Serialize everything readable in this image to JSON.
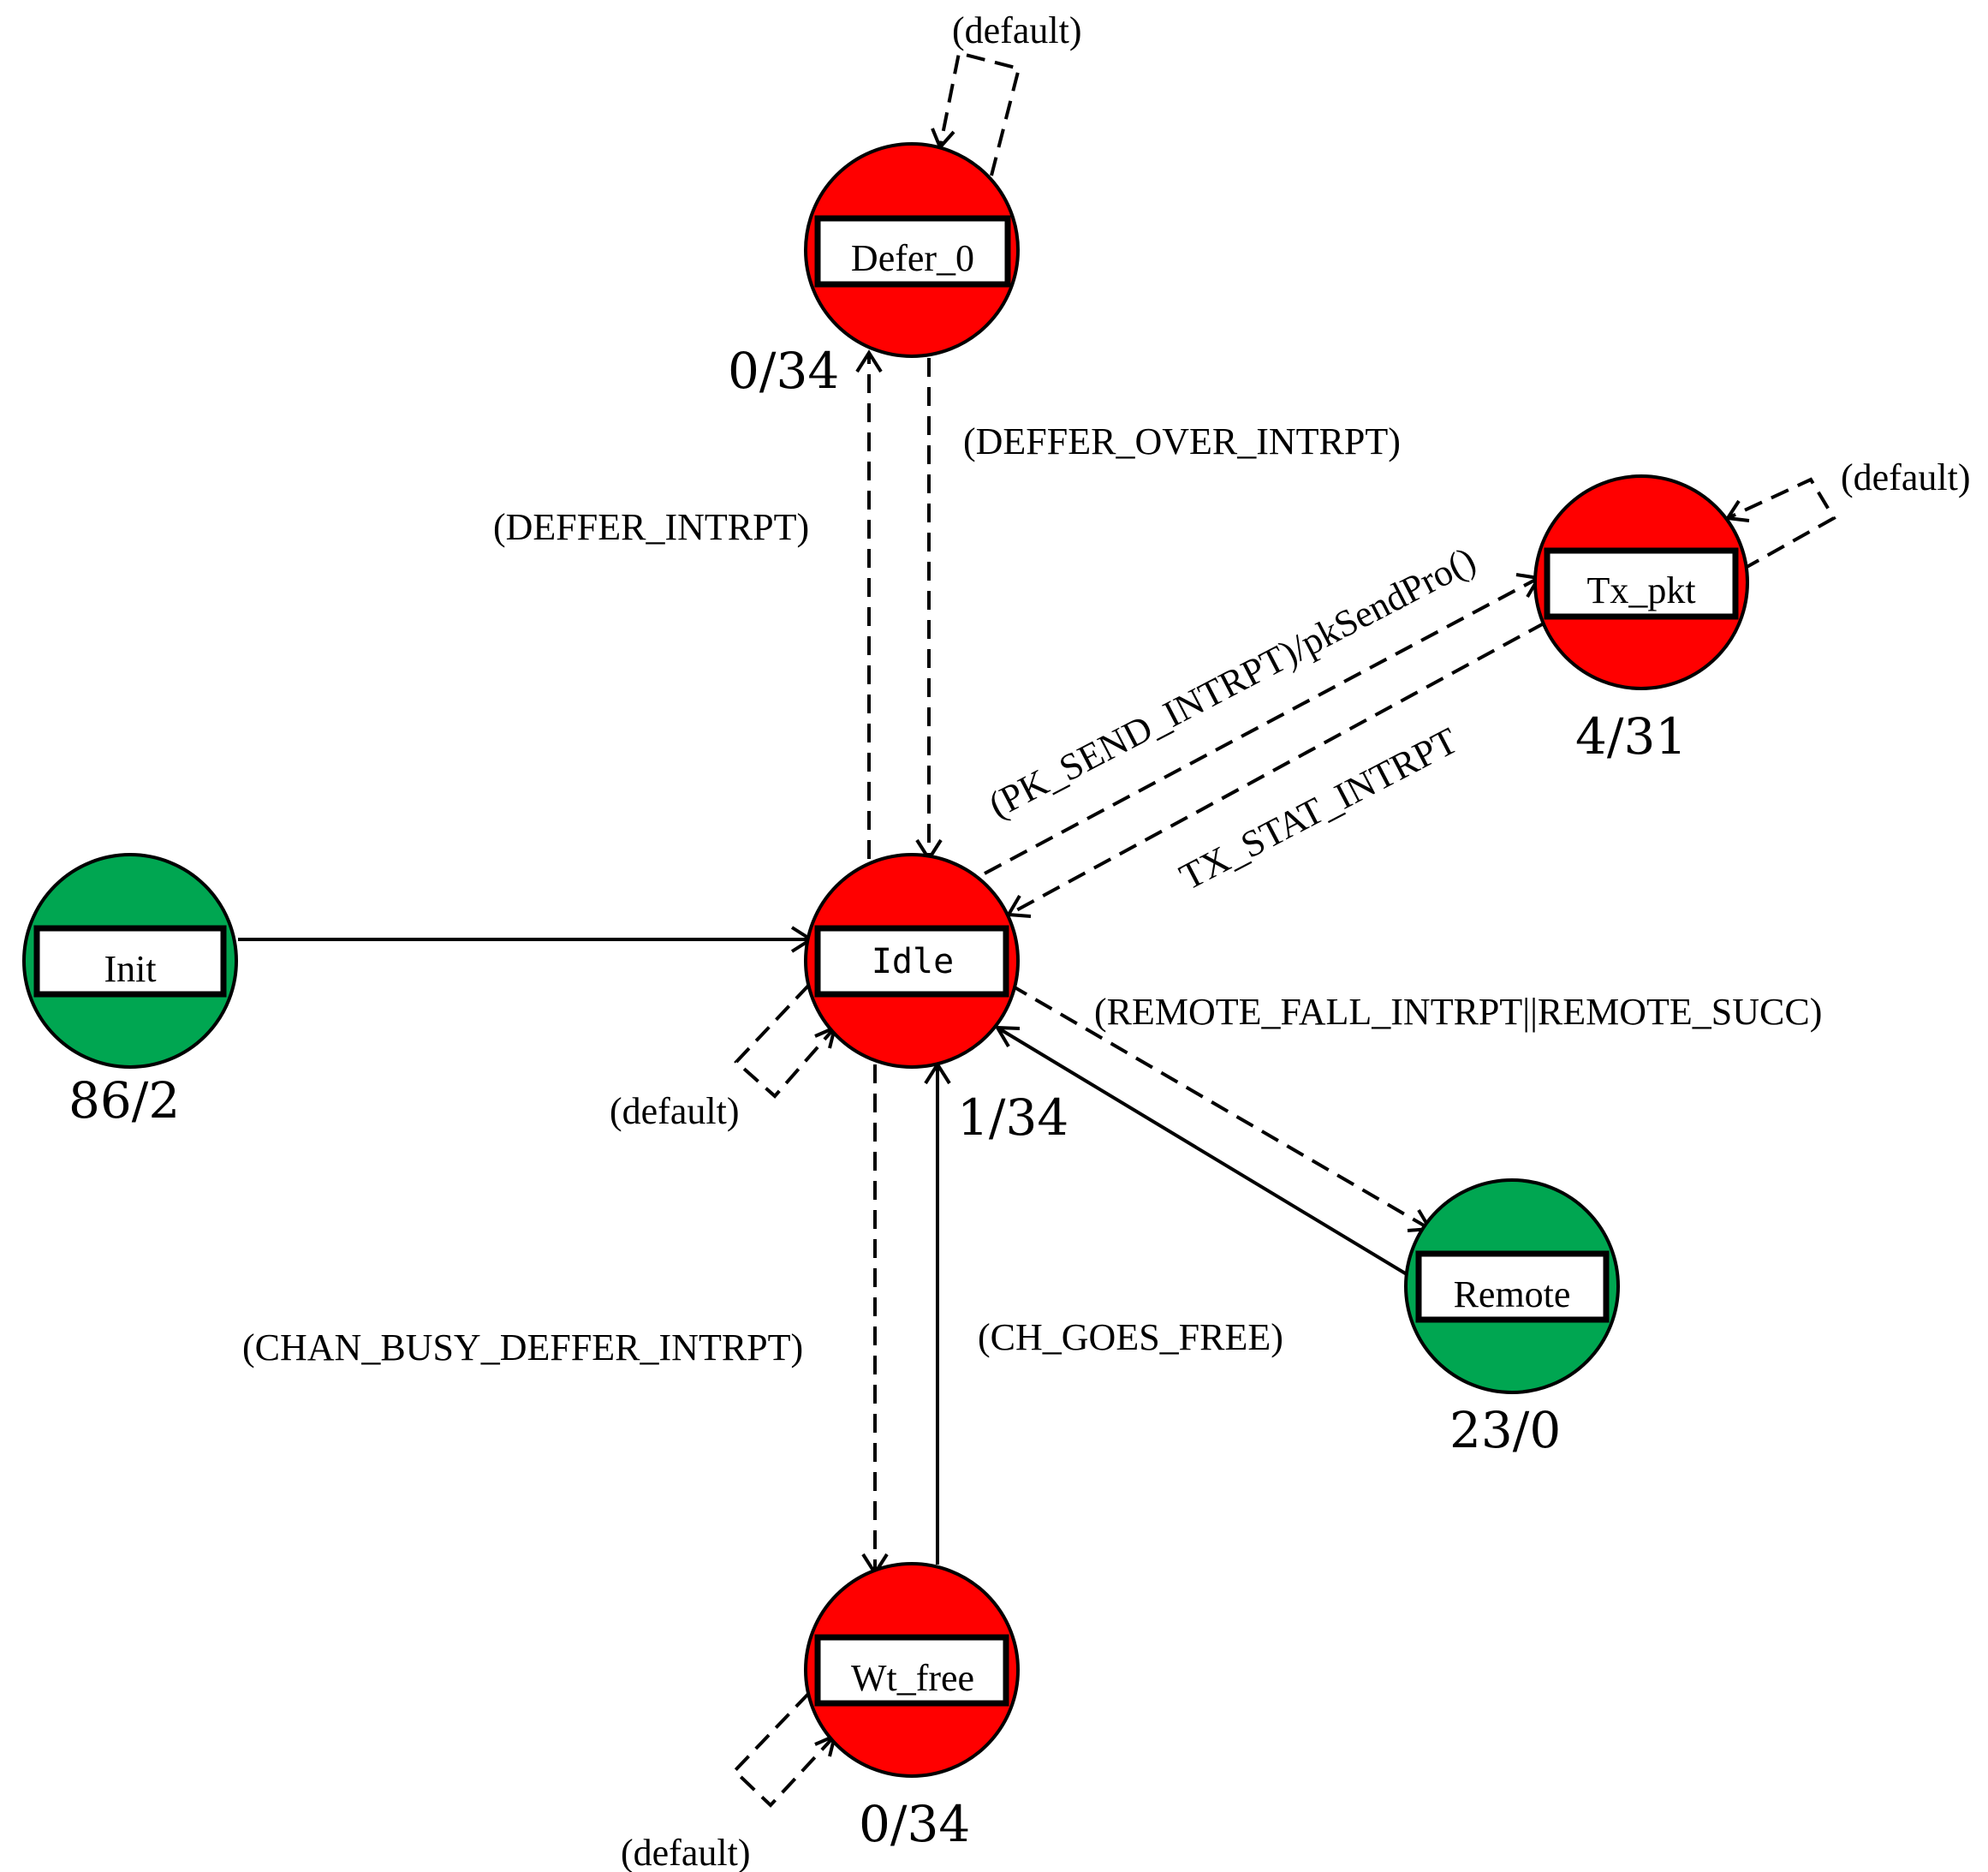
{
  "diagram": {
    "colors": {
      "red": "#ff0000",
      "green": "#00a651",
      "line": "#000000",
      "box": "#ffffff"
    },
    "states": {
      "defer_0": {
        "name": "Defer_0",
        "count": "0/34",
        "color": "red"
      },
      "tx_pkt": {
        "name": "Tx_pkt",
        "count": "4/31",
        "color": "red"
      },
      "init": {
        "name": "Init",
        "count": "86/2",
        "color": "green"
      },
      "idle": {
        "name": "Idle",
        "count": "1/34",
        "color": "red"
      },
      "remote": {
        "name": "Remote",
        "count": "23/0",
        "color": "green"
      },
      "wt_free": {
        "name": "Wt_free",
        "count": "0/34",
        "color": "red"
      }
    },
    "transitions": {
      "defer_default": "(default)",
      "defer_over": "(DEFFER_OVER_INTRPT)",
      "deffer_intrpt": "(DEFFER_INTRPT)",
      "tx_default": "(default)",
      "pk_send": "(PK_SEND_INTRPT)/pkSendPro()",
      "tx_stat": "TX_STAT_INTRPT",
      "remote_fall": "(REMOTE_FALL_INTRPT||REMOTE_SUCC)",
      "idle_default": "(default)",
      "chan_busy": "(CHAN_BUSY_DEFFER_INTRPT)",
      "ch_goes_free": "(CH_GOES_FREE)",
      "wt_default": "(default)"
    }
  }
}
